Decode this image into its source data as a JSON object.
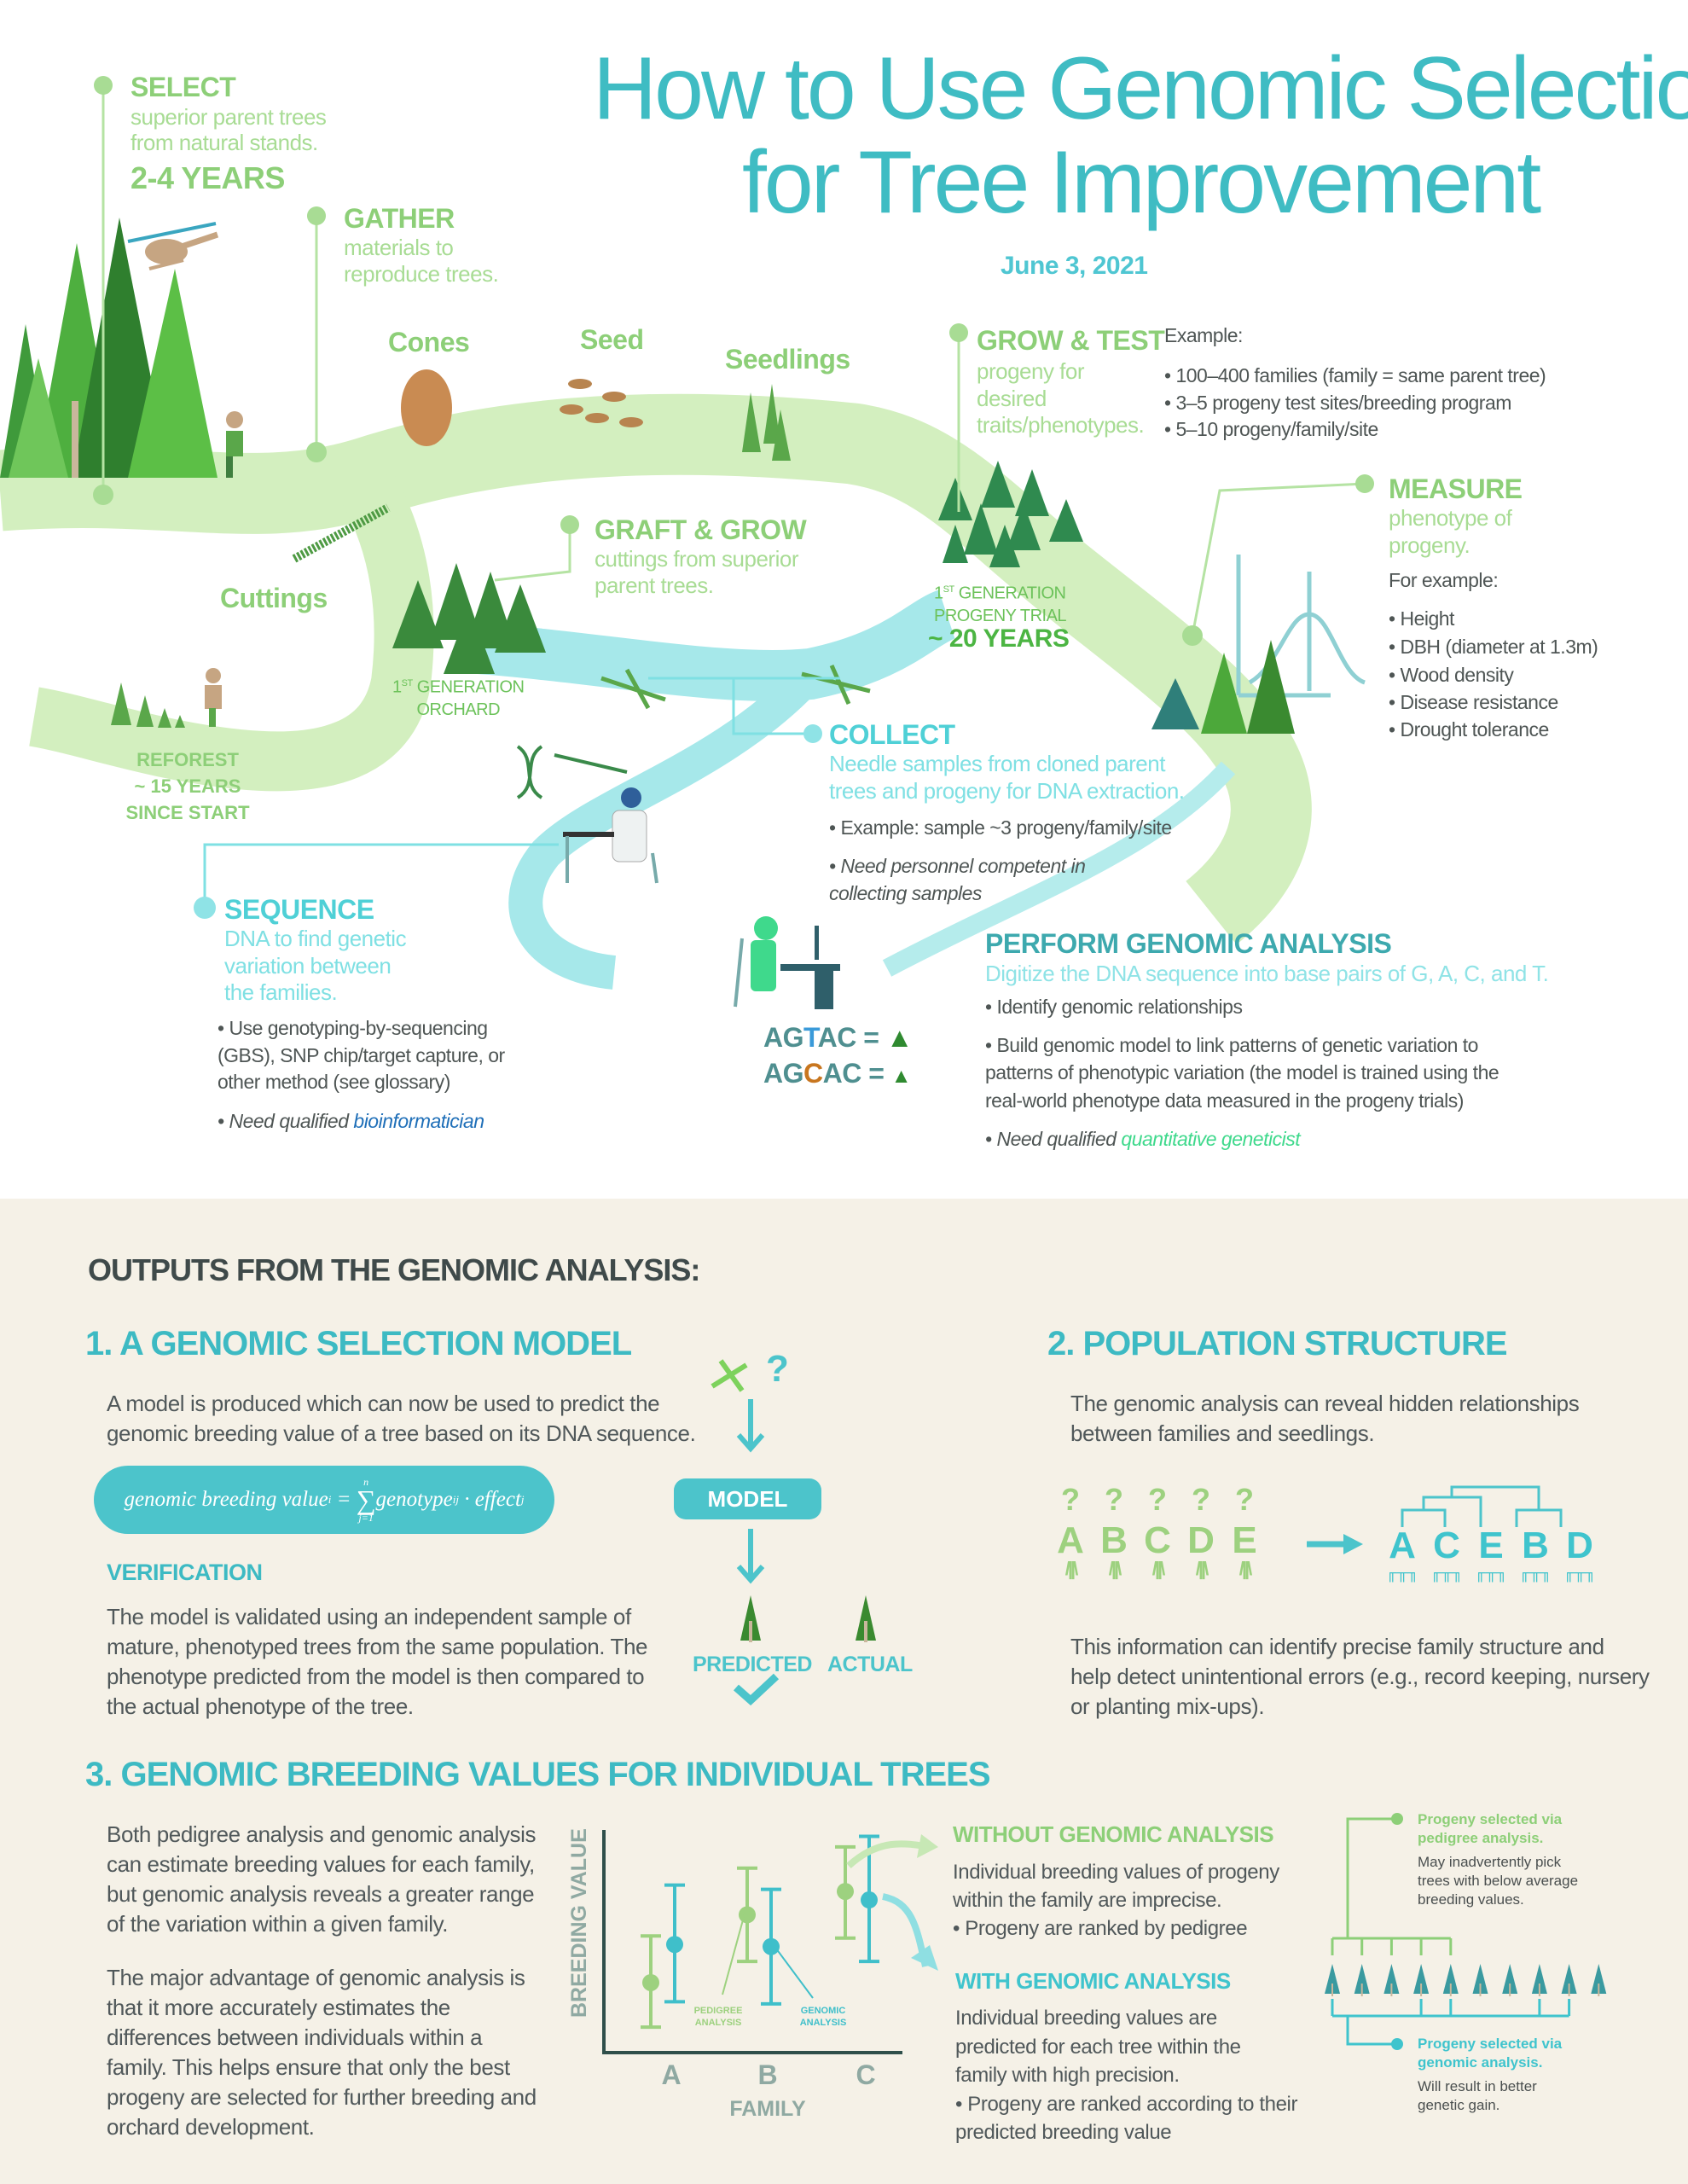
{
  "title": {
    "line1": "How to Use Genomic Selection",
    "line2": "for Tree Improvement",
    "date": "June 3, 2021"
  },
  "colors": {
    "title": "#3fbcc3",
    "green": "#8dcf78",
    "teal": "#4cc4cb",
    "path_green": "#d3efbf",
    "river_teal": "#a6e8ea",
    "bottom_bg": "#f5f1e7"
  },
  "steps": {
    "select": {
      "title": "SELECT",
      "lines": [
        "superior parent trees",
        "from natural stands."
      ],
      "duration": "2-4 YEARS"
    },
    "gather": {
      "title": "GATHER",
      "lines": [
        "materials to",
        "reproduce trees."
      ]
    },
    "materials": {
      "cones": "Cones",
      "seed": "Seed",
      "seedlings": "Seedlings",
      "cuttings": "Cuttings"
    },
    "grow_test": {
      "title": "GROW & TEST",
      "lines": [
        "progeny for",
        "desired",
        "traits/phenotypes."
      ],
      "example_label": "Example:",
      "bullets": [
        "100–400 families (family = same parent tree)",
        "3–5 progeny test sites/breeding program",
        "5–10 progeny/family/site"
      ]
    },
    "measure": {
      "title": "MEASURE",
      "lines": [
        "phenotype of",
        "progeny."
      ],
      "example_label": "For example:",
      "bullets": [
        "Height",
        "DBH (diameter at 1.3m)",
        "Wood density",
        "Disease resistance",
        "Drought tolerance"
      ]
    },
    "graft_grow": {
      "title": "GRAFT & GROW",
      "lines": [
        "cuttings from superior",
        "parent trees."
      ]
    },
    "orchard": {
      "sup": "ST",
      "num": "1",
      "lines": [
        "GENERATION",
        "ORCHARD"
      ]
    },
    "progeny_trial": {
      "num": "1",
      "sup": "ST",
      "lines": [
        "GENERATION",
        "PROGENY TRIAL"
      ],
      "duration": "~ 20 YEARS"
    },
    "reforest": {
      "lines": [
        "REFOREST",
        "~ 15 YEARS",
        "SINCE START"
      ]
    },
    "collect": {
      "title": "COLLECT",
      "lines": [
        "Needle samples from cloned parent",
        "trees and progeny for DNA extraction."
      ],
      "bullet": "Example: sample ~3 progeny/family/site",
      "note_lines": [
        "Need personnel competent in",
        "collecting samples"
      ]
    },
    "sequence": {
      "title": "SEQUENCE",
      "lines": [
        "DNA to find genetic",
        "variation between",
        "the families."
      ],
      "bullet_lines": [
        "Use genotyping-by-sequencing",
        "(GBS), SNP chip/target capture, or",
        "other method (see glossary)"
      ],
      "note_prefix": "Need qualified",
      "note_link": "bioinformatician"
    },
    "analysis": {
      "title": "PERFORM GENOMIC ANALYSIS",
      "subtitle": "Digitize the DNA sequence into base pairs of G, A, C, and T.",
      "bullet1": "Identify genomic relationships",
      "bullet2_lines": [
        "Build genomic model to link patterns of genetic variation to",
        "patterns of phenotypic variation (the model is trained using the",
        "real-world phenotype data measured in the progeny trials)"
      ],
      "note_prefix": "Need qualified",
      "note_link": "quantitative geneticist",
      "seq1": {
        "pre": "AG",
        "mid": "T",
        "post": "AC"
      },
      "seq2": {
        "pre": "AG",
        "mid": "C",
        "post": "AC"
      }
    }
  },
  "outputs": {
    "heading": "OUTPUTS FROM THE GENOMIC ANALYSIS:",
    "model": {
      "title": "1. A GENOMIC SELECTION MODEL",
      "lines": [
        "A model is produced which can now be used to predict the",
        "genomic breeding value of a tree based on its DNA sequence."
      ],
      "formula": {
        "lhs": "genomic breeding value",
        "lhs_sub": "i",
        "sum_top": "n",
        "sum_bottom": "j=1",
        "term1": "genotype",
        "term1_sub": "ij",
        "term2": "effect",
        "term2_sub": "j"
      },
      "verification_title": "VERIFICATION",
      "verification_lines": [
        "The model is validated using an independent sample of",
        "mature, phenotyped trees from the same population. The",
        "phenotype predicted from the model is then compared to",
        "the actual phenotype of the tree."
      ],
      "flow": {
        "question": "?",
        "model_label": "MODEL",
        "predicted": "PREDICTED",
        "actual": "ACTUAL"
      }
    },
    "population": {
      "title": "2. POPULATION STRUCTURE",
      "lines": [
        "The genomic analysis can reveal hidden relationships",
        "between families and seedlings."
      ],
      "unknown_families": [
        "A",
        "B",
        "C",
        "D",
        "E"
      ],
      "question": "?",
      "ordered_families": [
        "A",
        "C",
        "E",
        "B",
        "D"
      ],
      "conclusion_lines": [
        "This information can identify precise family structure and",
        "help detect unintentional errors (e.g., record keeping, nursery",
        "or planting mix-ups)."
      ]
    },
    "breeding": {
      "title": "3. GENOMIC BREEDING VALUES FOR INDIVIDUAL TREES",
      "para1": [
        "Both pedigree analysis and genomic analysis",
        "can estimate breeding values for each family,",
        "but genomic analysis reveals a greater range",
        "of the variation within a given family."
      ],
      "para2": [
        "The major advantage of genomic analysis is",
        "that it more accurately estimates the",
        "differences between individuals within a",
        "family. This helps ensure that only the best",
        "progeny are selected for further breeding and",
        "orchard development."
      ],
      "without": {
        "title": "WITHOUT GENOMIC ANALYSIS",
        "lines": [
          "Individual breeding values of progeny",
          "within the family are imprecise.",
          "• Progeny are ranked by pedigree"
        ]
      },
      "with": {
        "title": "WITH GENOMIC ANALYSIS",
        "lines": [
          "Individual breeding values are",
          "predicted for each tree within the",
          "family with high precision.",
          "• Progeny are ranked according to their",
          "predicted breeding value"
        ]
      },
      "pedigree_pick": {
        "title_lines": [
          "Progeny selected via",
          "pedigree analysis."
        ],
        "lines": [
          "May inadvertently pick",
          "trees with below average",
          "breeding values."
        ]
      },
      "genomic_pick": {
        "title_lines": [
          "Progeny selected via",
          "genomic analysis."
        ],
        "lines": [
          "Will result in better",
          "genetic gain."
        ]
      },
      "progeny_count": 10,
      "pedigree_selected": [
        1,
        2,
        3,
        4,
        5
      ],
      "genomic_selected": [
        1,
        4,
        5,
        8,
        9
      ]
    }
  },
  "chart_data": {
    "type": "scatter",
    "title": "",
    "xlabel": "FAMILY",
    "ylabel": "BREEDING VALUE",
    "categories": [
      "A",
      "B",
      "C"
    ],
    "ylim": [
      0,
      105
    ],
    "grid": false,
    "series": [
      {
        "name": "PEDIGREE ANALYSIS",
        "color": "#9dd17f",
        "values": [
          33,
          65,
          76
        ],
        "low": [
          12,
          43,
          54
        ],
        "high": [
          55,
          87,
          97
        ]
      },
      {
        "name": "GENOMIC ANALYSIS",
        "color": "#3fbfca",
        "values": [
          51,
          50,
          72
        ],
        "low": [
          24,
          23,
          43
        ],
        "high": [
          79,
          77,
          102
        ]
      }
    ]
  }
}
